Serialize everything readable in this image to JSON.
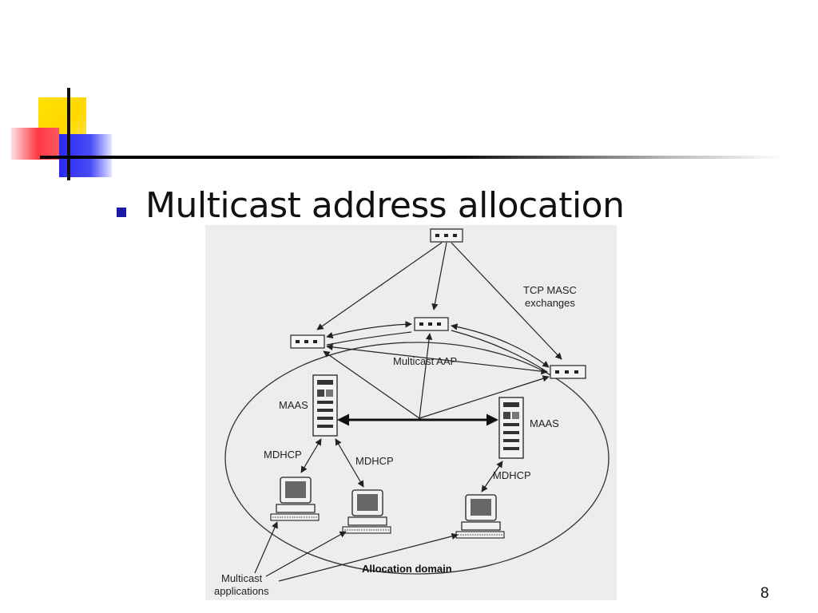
{
  "slide": {
    "heading": "Multicast address allocation",
    "page_number": "8"
  },
  "diagram": {
    "labels": {
      "tcp_masc_line1": "TCP MASC",
      "tcp_masc_line2": "exchanges",
      "multicast_aap": "Multicast AAP",
      "maas_left": "MAAS",
      "maas_right": "MAAS",
      "mdhcp_left": "MDHCP",
      "mdhcp_mid": "MDHCP",
      "mdhcp_right": "MDHCP",
      "allocation_domain": "Allocation domain",
      "multicast_apps_line1": "Multicast",
      "multicast_apps_line2": "applications"
    }
  },
  "colors": {
    "accent_yellow": "#ffd800",
    "accent_red": "#ff3a44",
    "accent_blue": "#2a2af0",
    "bullet": "#1a1aa6"
  }
}
